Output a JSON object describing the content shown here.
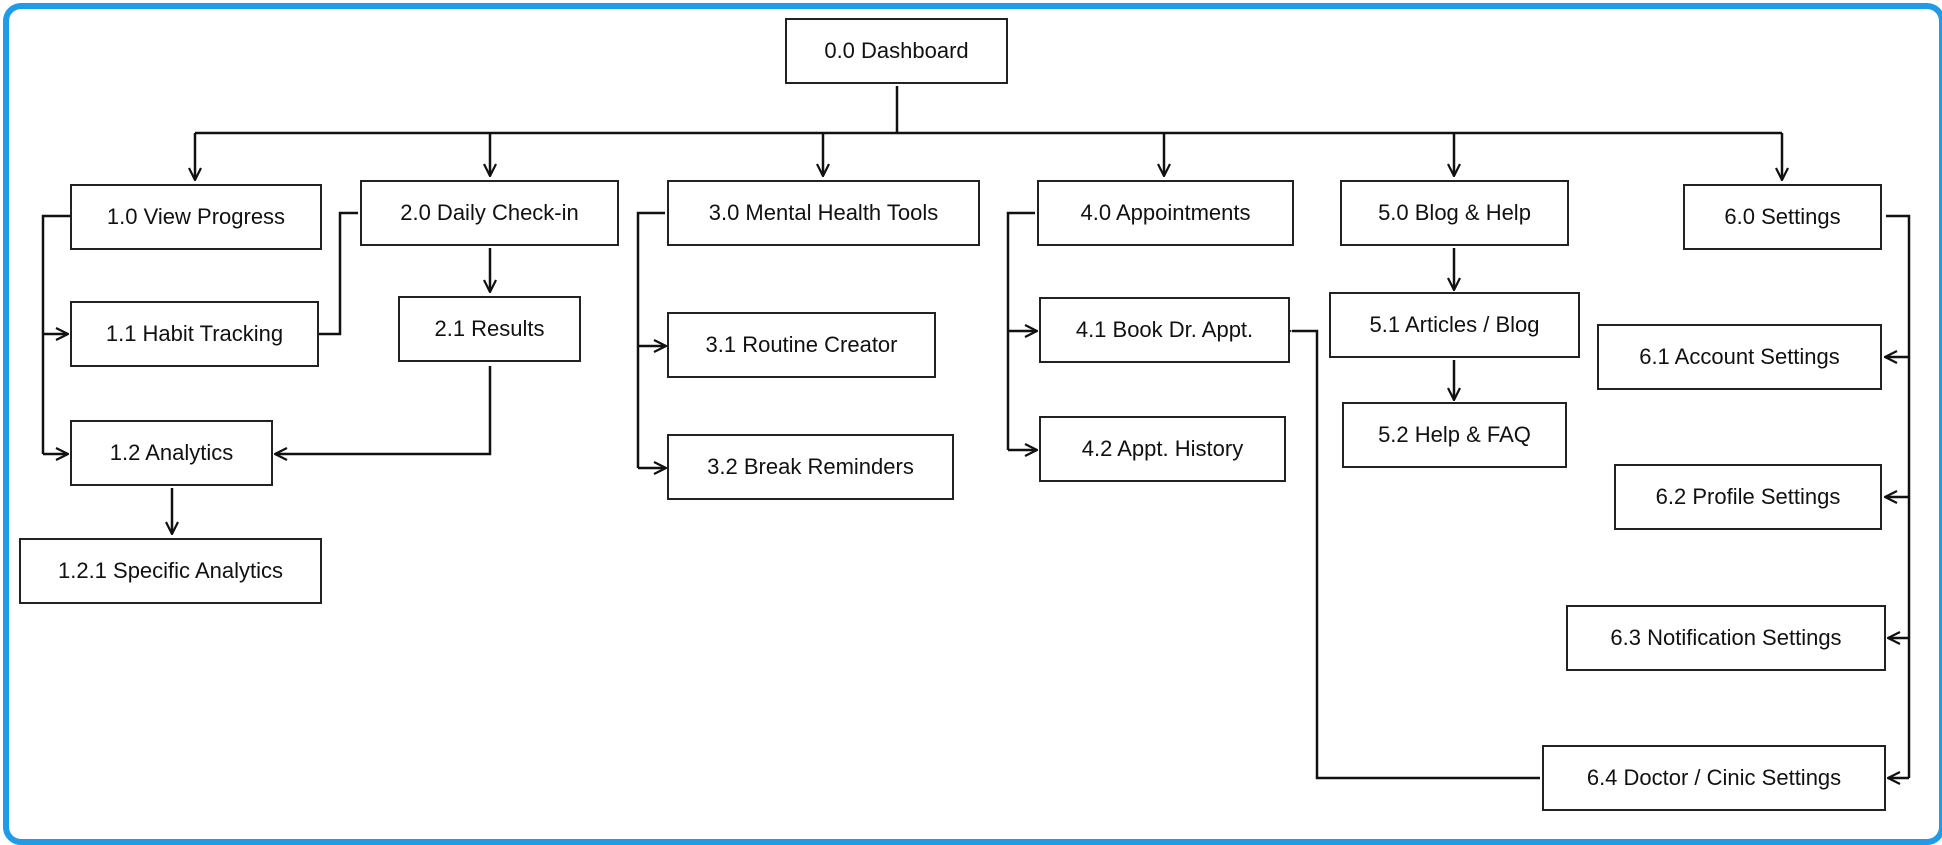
{
  "diagram": {
    "nodes": {
      "n00": "0.0 Dashboard",
      "n10": "1.0 View Progress",
      "n11": "1.1 Habit Tracking",
      "n12": "1.2 Analytics",
      "n121": "1.2.1 Specific Analytics",
      "n20": "2.0 Daily Check-in",
      "n21": "2.1 Results",
      "n30": "3.0 Mental Health Tools",
      "n31": "3.1 Routine Creator",
      "n32": "3.2 Break Reminders",
      "n40": "4.0 Appointments",
      "n41": "4.1 Book Dr. Appt.",
      "n42": "4.2 Appt. History",
      "n50": "5.0 Blog & Help",
      "n51": "5.1 Articles / Blog",
      "n52": "5.2 Help & FAQ",
      "n60": "6.0 Settings",
      "n61": "6.1 Account Settings",
      "n62": "6.2 Profile Settings",
      "n63": "6.3 Notification Settings",
      "n64": "6.4 Doctor / Cinic Settings"
    },
    "colors": {
      "frame": "#1e9be9",
      "line": "#111111"
    }
  }
}
